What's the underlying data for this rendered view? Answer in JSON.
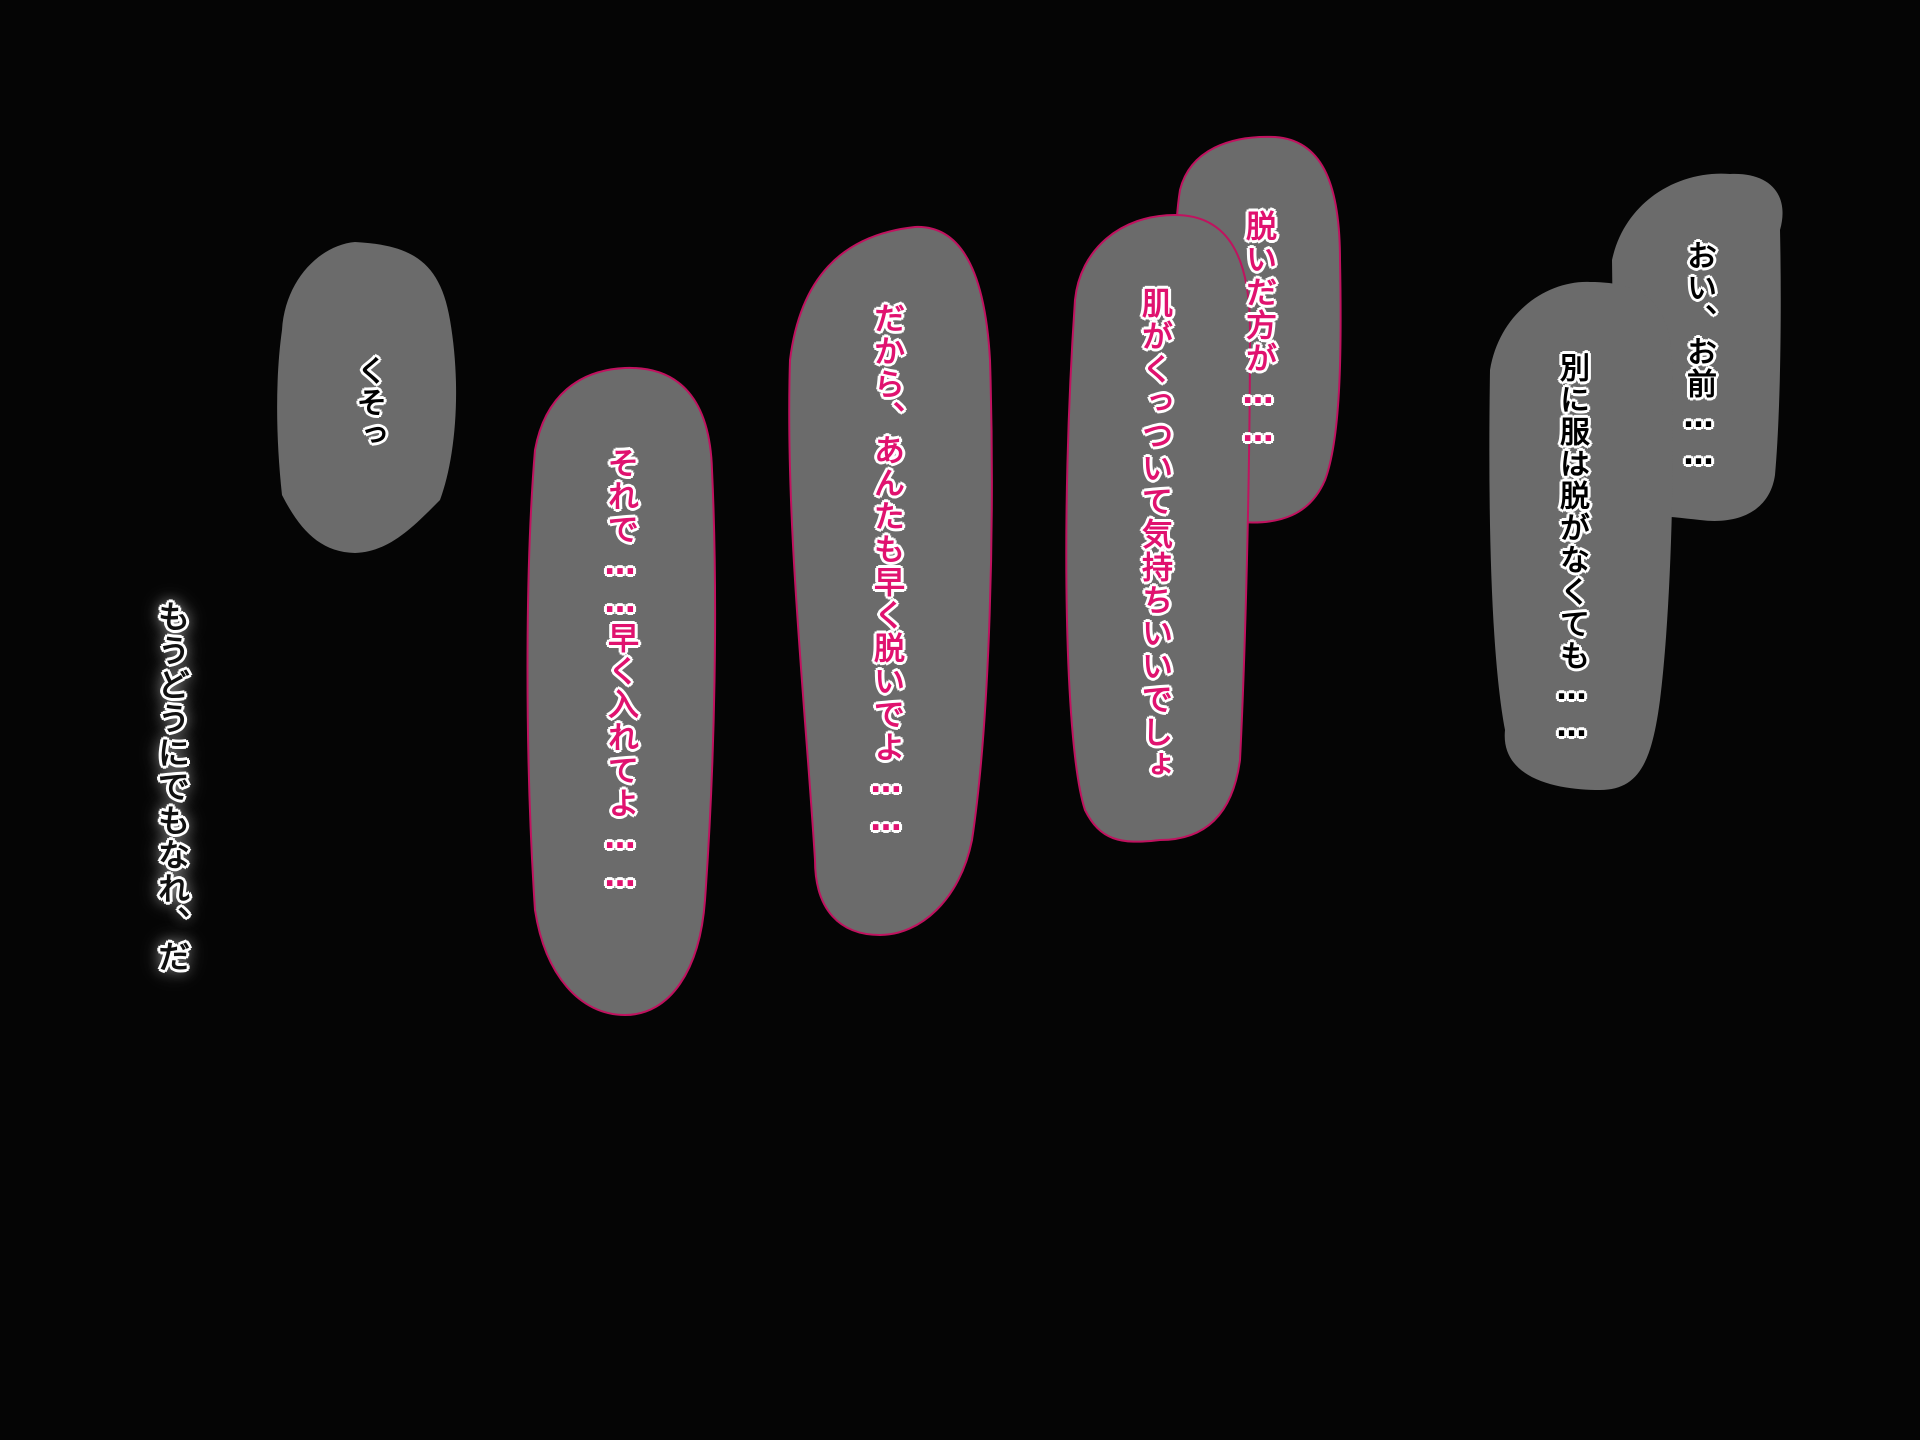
{
  "colors": {
    "background": "#050505",
    "bubble_fill": "#6b6b6b",
    "bubble_outline": "#c0125f",
    "pink_text": "#e0126f",
    "white_outline": "#ffffff",
    "dark_text": "#000000"
  },
  "bubbles": {
    "oi_omae": "おい、お前……",
    "betsuni": "別に服は脱がなくても……",
    "nuida_hou": "脱いだ方が……",
    "hada_ga": "肌がくっついて気持ちいいでしょ",
    "dakara": "だから、あんたも早く脱いでよ……",
    "sorede": "それで……早く入れてよ……",
    "kuso": "くそっ"
  },
  "narration": {
    "mou_dou": "もうどうにでもなれ、だ"
  }
}
